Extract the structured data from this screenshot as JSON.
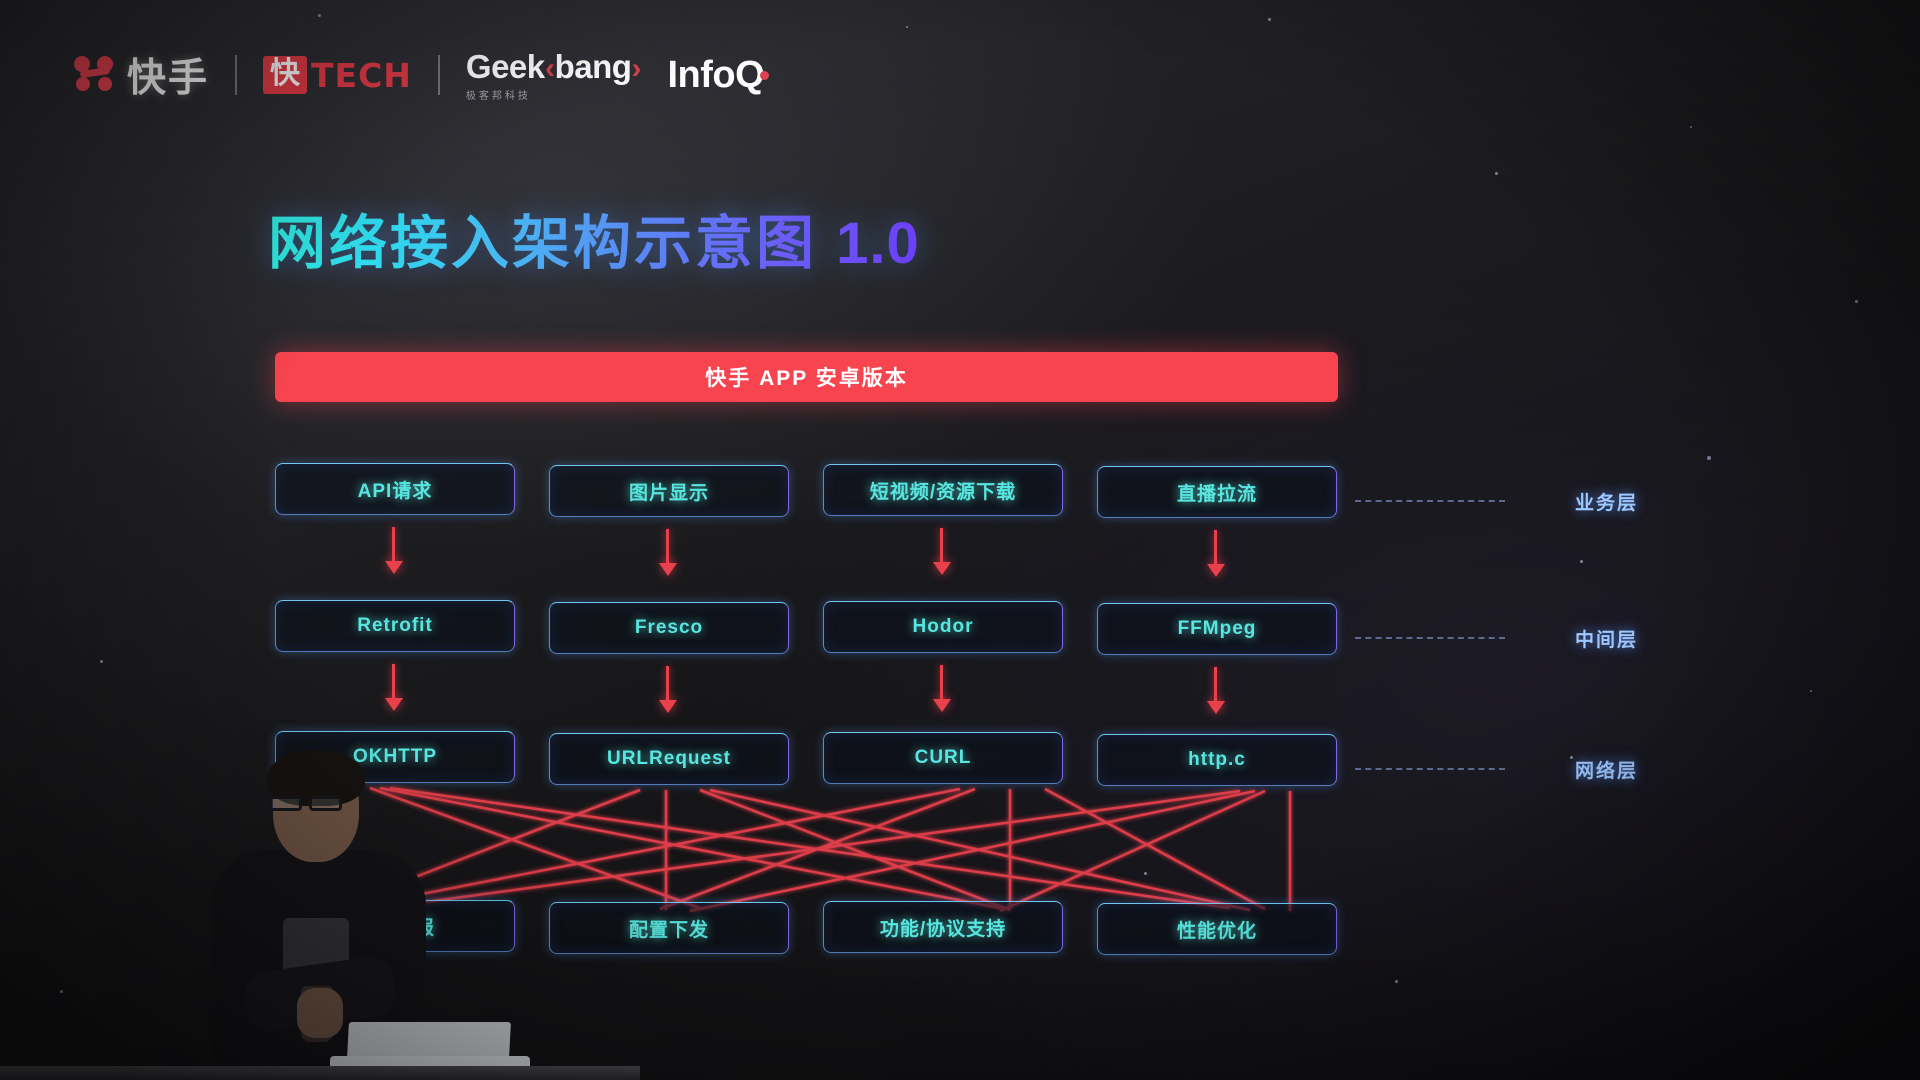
{
  "logos": [
    {
      "name": "kuaishou",
      "text": "快手"
    },
    {
      "name": "kuaitech",
      "badge": "快",
      "text": "TECH"
    },
    {
      "name": "geekbang",
      "text": "Geek",
      "accent": "bang",
      "chevron": "›",
      "subtitle": "极客邦科技"
    },
    {
      "name": "infoq",
      "text": "InfoQ"
    }
  ],
  "title": {
    "main": "网络接入架构示意图",
    "version": "1.0"
  },
  "diagram": {
    "app_banner": "快手 APP 安卓版本",
    "rows": [
      {
        "layer_label": "业务层",
        "boxes": [
          "API请求",
          "图片显示",
          "短视频/资源下载",
          "直播拉流"
        ]
      },
      {
        "layer_label": "中间层",
        "boxes": [
          "Retrofit",
          "Fresco",
          "Hodor",
          "FFMpeg"
        ]
      },
      {
        "layer_label": "网络层",
        "boxes": [
          "OKHTTP",
          "URLRequest",
          "CURL",
          "http.c"
        ]
      },
      {
        "layer_label": "",
        "boxes": [
          "数据上报",
          "配置下发",
          "功能/协议支持",
          "性能优化"
        ]
      }
    ]
  },
  "colors": {
    "accent_red": "#f8444f",
    "box_border": "#6ebeff",
    "box_text": "#6ff0ea",
    "layer_label": "#9fc8ff",
    "title_gradient_start": "#2ff0e2",
    "title_gradient_end": "#6d3ef7",
    "background": "#17171a"
  }
}
